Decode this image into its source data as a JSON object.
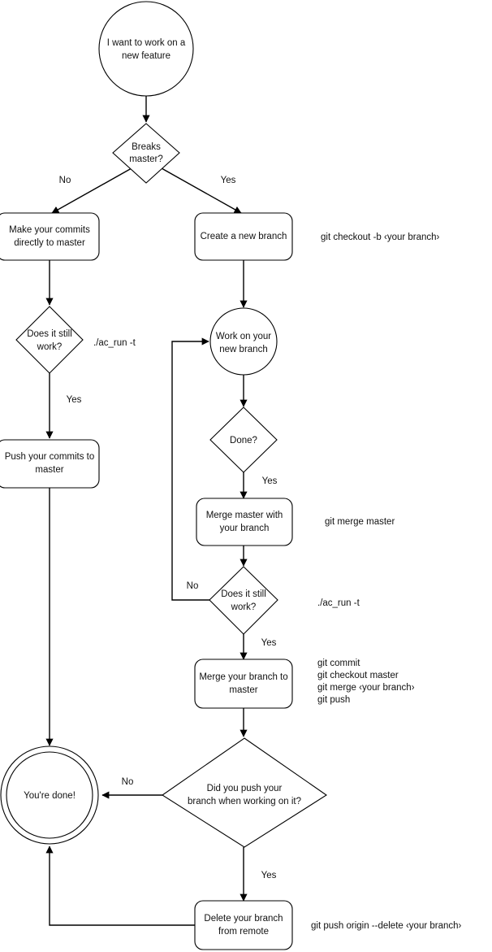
{
  "diagram": {
    "title": "Git branching workflow flowchart",
    "colors": {
      "background": "#ffffff",
      "stroke": "#000000",
      "shape_fill": "#ffffff",
      "text": "#111111"
    },
    "nodes": {
      "start": {
        "label_line1": "I want to work on a",
        "label_line2": "new feature",
        "shape": "circle"
      },
      "breaks_master": {
        "label_line1": "Breaks",
        "label_line2": "master?",
        "shape": "diamond"
      },
      "commit_direct": {
        "label_line1": "Make your commits",
        "label_line2": "directly to master",
        "shape": "rounded-rect"
      },
      "create_branch": {
        "label_line1": "Create a new branch",
        "label_line2": "",
        "shape": "rounded-rect"
      },
      "works_left": {
        "label_line1": "Does it still",
        "label_line2": "work?",
        "shape": "diamond"
      },
      "push_master": {
        "label_line1": "Push your commits to",
        "label_line2": "master",
        "shape": "rounded-rect"
      },
      "work_branch": {
        "label_line1": "Work on your",
        "label_line2": "new branch",
        "shape": "circle"
      },
      "done_q": {
        "label_line1": "Done?",
        "label_line2": "",
        "shape": "diamond"
      },
      "merge_master_in": {
        "label_line1": "Merge master with",
        "label_line2": "your branch",
        "shape": "rounded-rect"
      },
      "works_right": {
        "label_line1": "Does it still",
        "label_line2": "work?",
        "shape": "diamond"
      },
      "merge_to_master": {
        "label_line1": "Merge your branch to",
        "label_line2": "master",
        "shape": "rounded-rect"
      },
      "did_push": {
        "label_line1": "Did you push your",
        "label_line2": "branch when working on it?",
        "shape": "diamond"
      },
      "delete_branch": {
        "label_line1": "Delete your branch",
        "label_line2": "from remote",
        "shape": "rounded-rect"
      },
      "end": {
        "label_line1": "You're done!",
        "label_line2": "",
        "shape": "double-circle"
      }
    },
    "edge_labels": {
      "breaks_no": "No",
      "breaks_yes": "Yes",
      "works_left_yes": "Yes",
      "done_yes": "Yes",
      "works_right_no": "No",
      "works_right_yes": "Yes",
      "did_push_no": "No",
      "did_push_yes": "Yes"
    },
    "annotations": {
      "create_branch_cmd": "git checkout -b ‹your branch›",
      "works_left_cmd": "./ac_run -t",
      "merge_master_cmd": "git merge master",
      "works_right_cmd": "./ac_run -t",
      "merge_to_master_cmd_1": "git commit",
      "merge_to_master_cmd_2": "git checkout master",
      "merge_to_master_cmd_3": "git merge ‹your branch›",
      "merge_to_master_cmd_4": "git push",
      "delete_branch_cmd": "git push origin --delete ‹your branch›"
    }
  }
}
